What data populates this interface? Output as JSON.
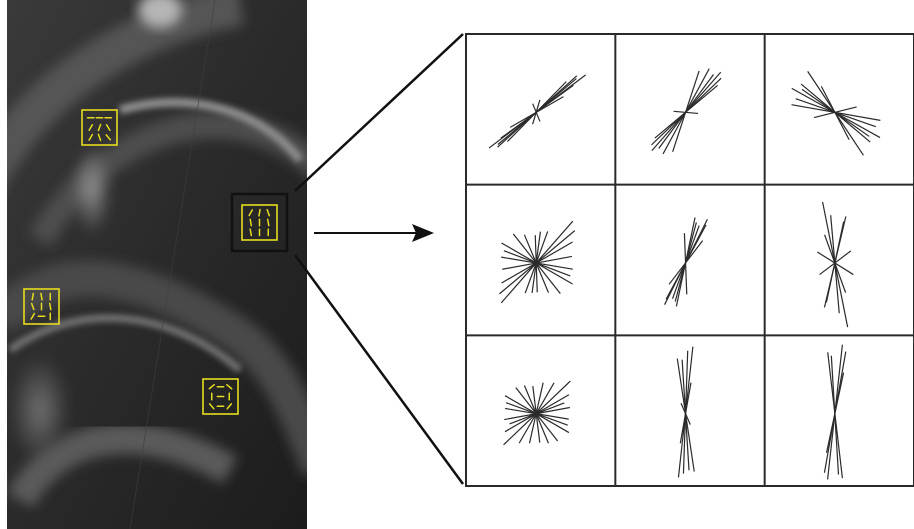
{
  "figure": {
    "colors": {
      "background": "#ffffff",
      "box_outline": "#e6dc1e",
      "highlight_box": "#111111",
      "grid_lines": "#2a2a2a",
      "star_lines": "#2b2b2b",
      "arrow": "#111111"
    },
    "image_panel": {
      "description_kind": "grayscale radiograph",
      "sample_boxes": [
        {
          "id": "box-upper-left",
          "dashes": [
            [
              0.25,
              0.2
            ],
            [
              0.5,
              0.2
            ],
            [
              0.75,
              0.2
            ],
            [
              0.25,
              0.5
            ],
            [
              0.5,
              0.5
            ],
            [
              0.75,
              0.5
            ],
            [
              0.25,
              0.8
            ],
            [
              0.5,
              0.8
            ],
            [
              0.75,
              0.8
            ]
          ]
        },
        {
          "id": "box-highlighted"
        },
        {
          "id": "box-left-middle"
        },
        {
          "id": "box-lower-right"
        }
      ]
    },
    "zoom_grid": {
      "rows": 3,
      "cols": 3,
      "cells": [
        {
          "angles": [
            -38,
            -42,
            -35,
            -47,
            -30,
            60,
            -80,
            -40
          ],
          "lengths": [
            58,
            52,
            45,
            40,
            30,
            10,
            12,
            50
          ]
        },
        {
          "angles": [
            -50,
            -40,
            -60,
            -55,
            5,
            -70,
            -45
          ],
          "lengths": [
            50,
            40,
            48,
            44,
            12,
            42,
            46
          ]
        },
        {
          "angles": [
            30,
            40,
            55,
            20,
            10,
            60,
            -15,
            35
          ],
          "lengths": [
            48,
            44,
            50,
            40,
            44,
            30,
            20,
            40
          ]
        },
        {
          "angles": [
            -50,
            -30,
            -10,
            10,
            30,
            50,
            70,
            -70,
            85,
            -85,
            -40,
            20
          ],
          "lengths": [
            52,
            40,
            36,
            34,
            40,
            38,
            30,
            32,
            28,
            30,
            48,
            36
          ]
        },
        {
          "angles": [
            -65,
            -75,
            -60,
            -80,
            -70,
            85,
            -55
          ],
          "lengths": [
            46,
            40,
            42,
            44,
            38,
            30,
            26
          ]
        },
        {
          "angles": [
            80,
            85,
            -75,
            -80,
            70,
            30,
            -40
          ],
          "lengths": [
            62,
            48,
            46,
            40,
            30,
            22,
            18
          ]
        },
        {
          "angles": [
            -45,
            -30,
            -10,
            10,
            30,
            50,
            70,
            -60,
            80,
            -80,
            20,
            -20
          ],
          "lengths": [
            44,
            36,
            34,
            30,
            36,
            34,
            30,
            34,
            28,
            30,
            32,
            30
          ]
        },
        {
          "angles": [
            -85,
            -88,
            80,
            88,
            -80,
            60
          ],
          "lengths": [
            64,
            60,
            56,
            54,
            30,
            12
          ]
        },
        {
          "angles": [
            -85,
            -80,
            82,
            88,
            -78
          ],
          "lengths": [
            66,
            60,
            62,
            58,
            40
          ]
        }
      ]
    }
  }
}
